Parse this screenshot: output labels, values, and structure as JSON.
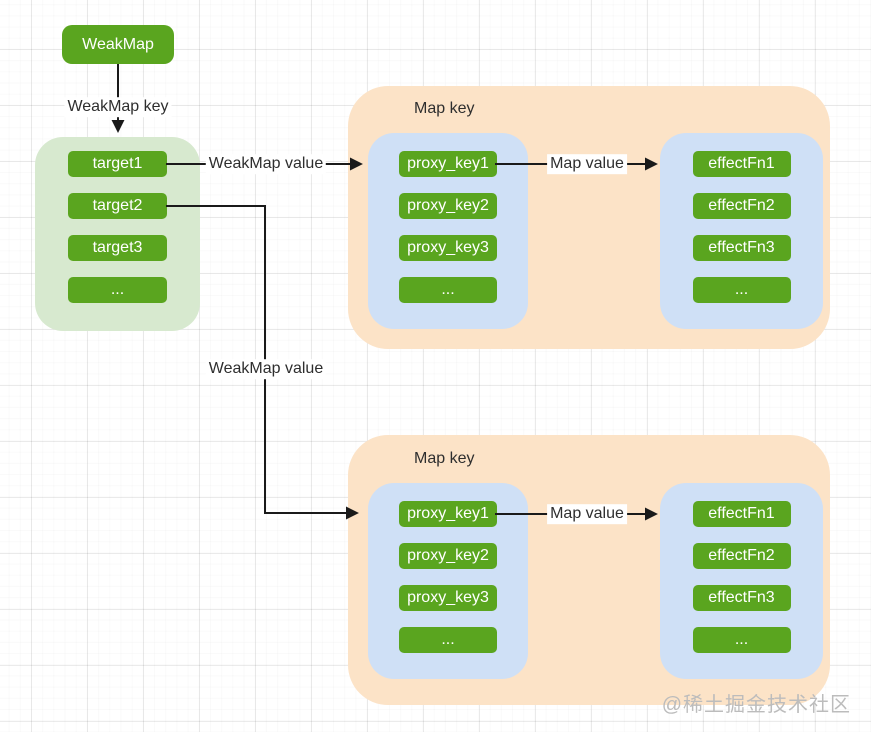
{
  "nodes": {
    "weakmap": "WeakMap",
    "targets": [
      "target1",
      "target2",
      "target3",
      "..."
    ]
  },
  "edge_labels": {
    "weakmap_key": "WeakMap key",
    "weakmap_value_top": "WeakMap value",
    "weakmap_value_bottom": "WeakMap value",
    "map_value_top": "Map value",
    "map_value_bottom": "Map value"
  },
  "map_groups": [
    {
      "title": "Map key",
      "proxy_keys": [
        "proxy_key1",
        "proxy_key2",
        "proxy_key3",
        "..."
      ],
      "effect_fns": [
        "effectFn1",
        "effectFn2",
        "effectFn3",
        "..."
      ]
    },
    {
      "title": "Map key",
      "proxy_keys": [
        "proxy_key1",
        "proxy_key2",
        "proxy_key3",
        "..."
      ],
      "effect_fns": [
        "effectFn1",
        "effectFn2",
        "effectFn3",
        "..."
      ]
    }
  ],
  "watermark": "@稀土掘金技术社区",
  "colors": {
    "node_green": "#5aa51f",
    "container_green": "#d7e9cf",
    "container_orange": "#fce3c7",
    "container_blue": "#cfe0f6",
    "connector_black": "#1a1a1a"
  }
}
